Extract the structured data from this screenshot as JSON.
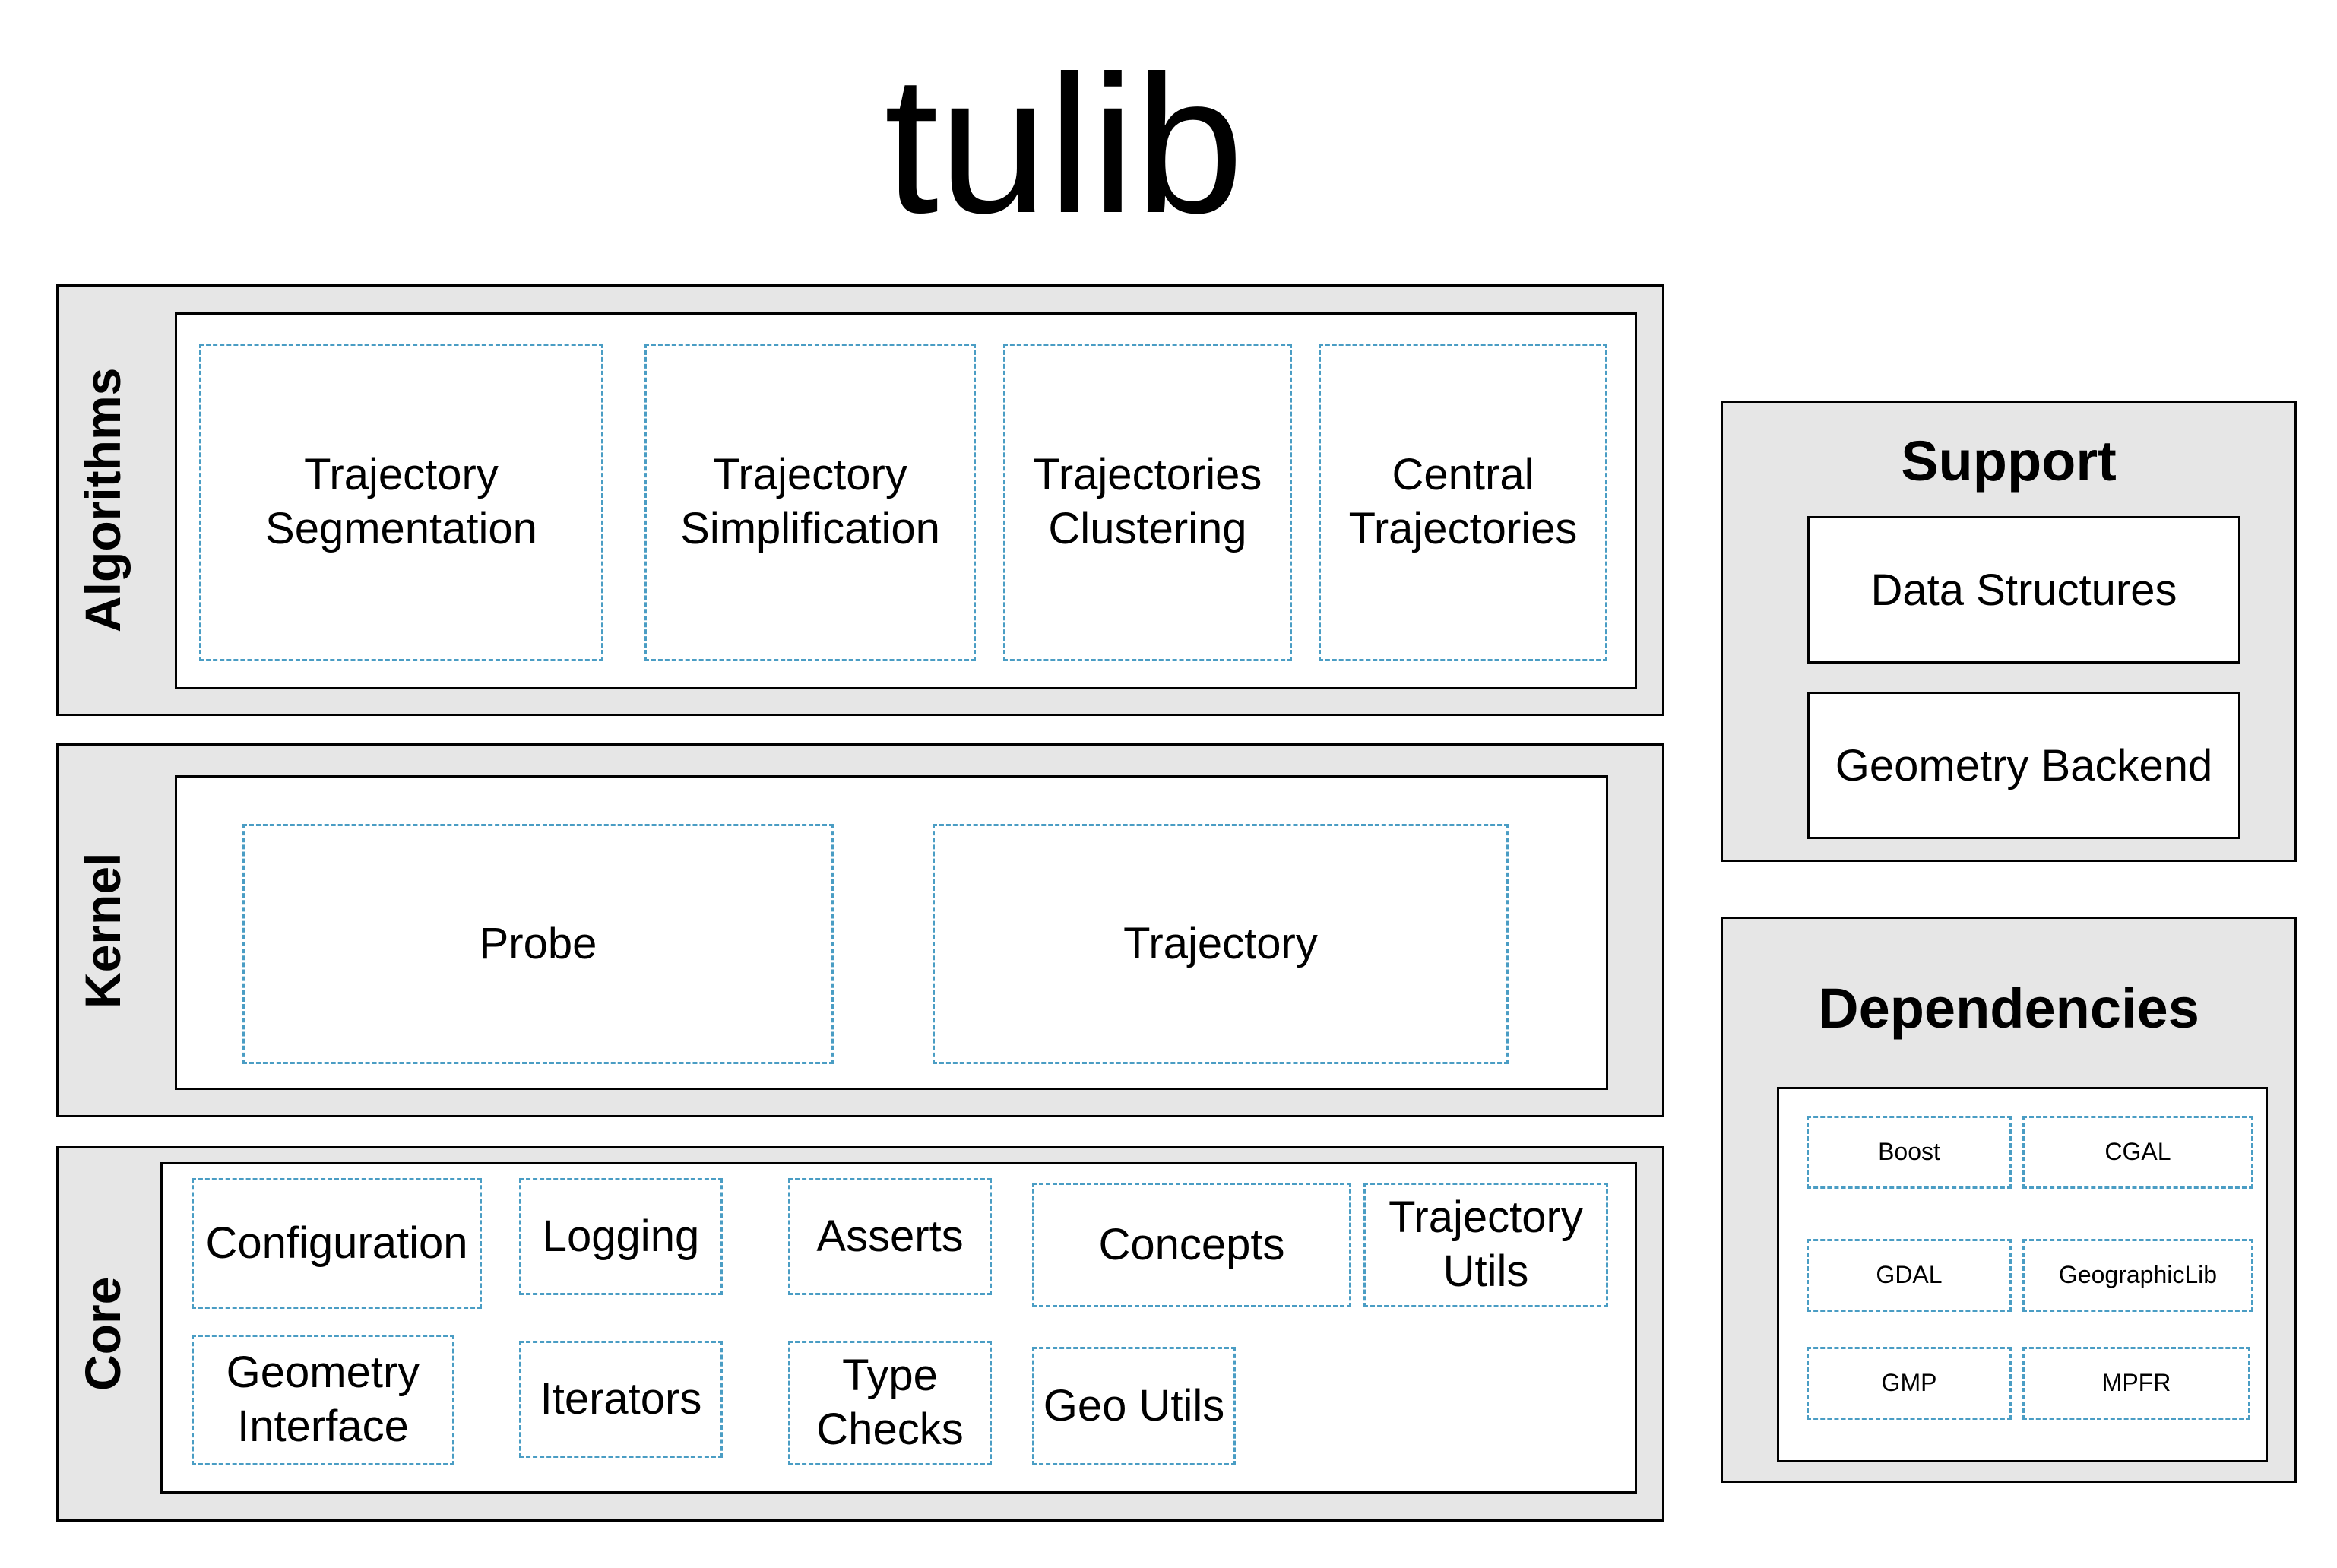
{
  "title": "tulib",
  "algorithms": {
    "label": "Algorithms",
    "modules": [
      "Trajectory\nSegmentation",
      "Trajectory\nSimplification",
      "Trajectories\nClustering",
      "Central\nTrajectories"
    ]
  },
  "kernel": {
    "label": "Kernel",
    "modules": [
      "Probe",
      "Trajectory"
    ]
  },
  "core": {
    "label": "Core",
    "modules": [
      "Configuration",
      "Logging",
      "Asserts",
      "Concepts",
      "Trajectory\nUtils",
      "Geometry\nInterface",
      "Iterators",
      "Type\nChecks",
      "Geo Utils"
    ]
  },
  "support": {
    "label": "Support",
    "items": [
      "Data Structures",
      "Geometry Backend"
    ]
  },
  "dependencies": {
    "label": "Dependencies",
    "items": [
      "Boost",
      "CGAL",
      "GDAL",
      "GeographicLib",
      "GMP",
      "MPFR"
    ]
  },
  "colors": {
    "section_fill": "#e6e6e6",
    "dashed_border": "#4a9dc4",
    "border": "#000000"
  }
}
